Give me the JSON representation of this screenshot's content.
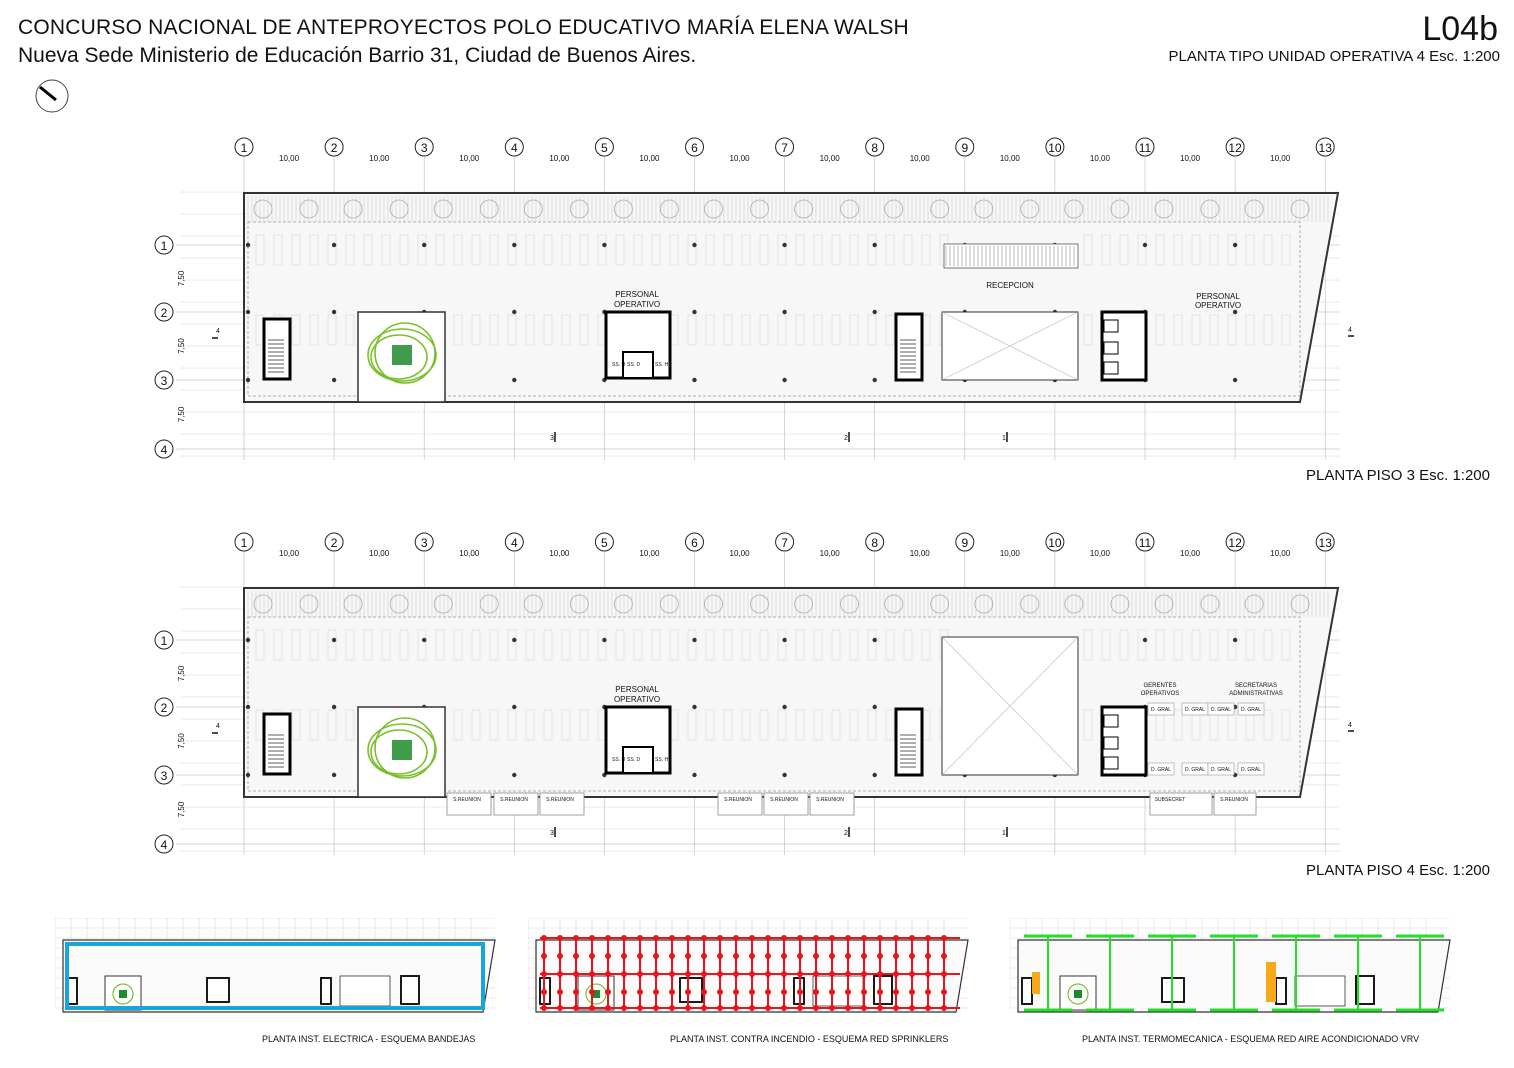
{
  "header": {
    "title": "CONCURSO NACIONAL DE ANTEPROYECTOS POLO EDUCATIVO MARÍA  ELENA WALSH",
    "subtitle": "Nueva Sede Ministerio de Educación Barrio 31, Ciudad de Buenos Aires.",
    "sheet_code": "L04b",
    "sheet_description": "PLANTA TIPO UNIDAD OPERATIVA 4 Esc. 1:200"
  },
  "grid": {
    "columns": [
      "1",
      "2",
      "3",
      "4",
      "5",
      "6",
      "7",
      "8",
      "9",
      "10",
      "11",
      "12",
      "13"
    ],
    "column_spacing_label": "10,00",
    "rows": [
      "1",
      "2",
      "3",
      "4"
    ],
    "row_spacing_label": "7,50"
  },
  "plan_piso_3": {
    "caption": "PLANTA PISO 3 Esc. 1:200",
    "labels": {
      "personal_operativo_a": "PERSONAL",
      "personal_operativo_b": "OPERATIVO",
      "recepcion": "RECEPCION",
      "personal_operativo_right_a": "PERSONAL",
      "personal_operativo_right_b": "OPERATIVO",
      "ssh_left": "SS. H",
      "ssd": "SS. D",
      "ssh_right": "SS. H"
    },
    "section_marks": [
      "4",
      "4",
      "3",
      "2",
      "1"
    ]
  },
  "plan_piso_4": {
    "caption": "PLANTA PISO 4 Esc. 1:200",
    "labels": {
      "personal_operativo_a": "PERSONAL",
      "personal_operativo_b": "OPERATIVO",
      "gerentes_a": "GERENTES",
      "gerentes_b": "OPERATIVOS",
      "secretarias_a": "SECRETARIAS",
      "secretarias_b": "ADMINISTRATIVAS",
      "d_gral": "D. GRAL",
      "s_reunion": "S.REUNION",
      "subsecret": "SUBSECRET",
      "ssh_left": "SS. H",
      "ssd": "SS. D",
      "ssh_right": "SS. H"
    },
    "section_marks": [
      "4",
      "4",
      "3",
      "2",
      "1"
    ]
  },
  "mini_plans": [
    {
      "caption": "PLANTA INST. ELECTRICA - ESQUEMA BANDEJAS",
      "color": "#1aa3dd"
    },
    {
      "caption": "PLANTA INST. CONTRA INCENDIO - ESQUEMA RED SPRINKLERS",
      "color": "#e8141c"
    },
    {
      "caption": "PLANTA INST. TERMOMECANICA - ESQUEMA RED AIRE ACONDICIONADO VRV",
      "color": "#22e02a"
    }
  ],
  "colors": {
    "vegetation": "#7cbf2e",
    "garden_core": "#1f8a2a",
    "equipment": "#f6a91a"
  }
}
